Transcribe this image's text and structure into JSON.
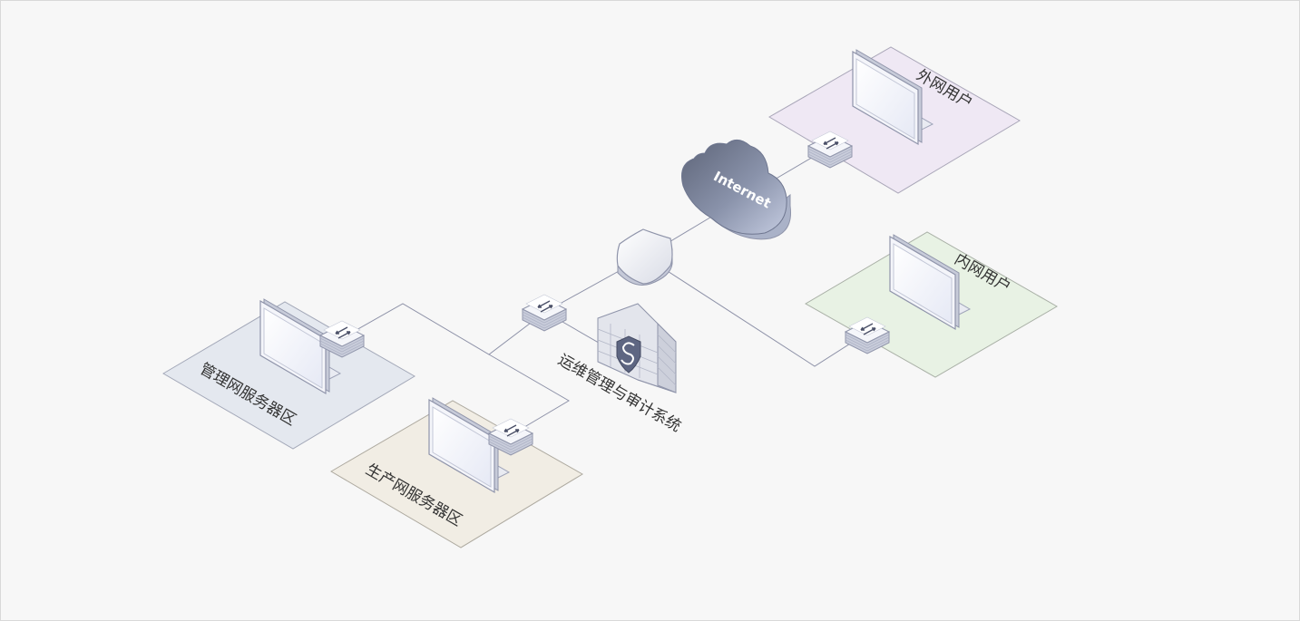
{
  "diagram": {
    "zones": {
      "external_users": {
        "label": "外网用户",
        "color": "#efe8f4"
      },
      "internal_users": {
        "label": "内网用户",
        "color": "#e8f2e4"
      },
      "mgmt_servers": {
        "label": "管理网服务器区",
        "color": "#e4e8ef"
      },
      "prod_servers": {
        "label": "生产网服务器区",
        "color": "#f1ede4"
      }
    },
    "internet": {
      "label": "Internet"
    },
    "audit_system": {
      "label": "运维管理与审计系统"
    },
    "icons": {
      "monitor": "monitor-icon",
      "switch": "switch-icon",
      "firewall": "firewall-shield-icon",
      "bastion": "brick-wall-shield-icon",
      "cloud": "cloud-icon"
    }
  }
}
